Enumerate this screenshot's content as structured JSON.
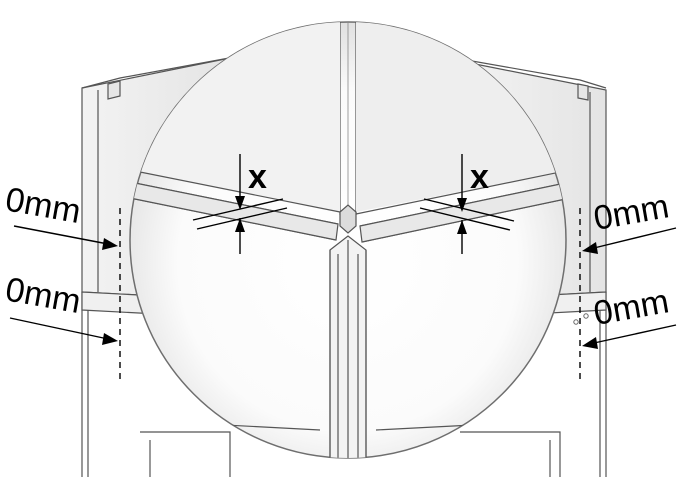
{
  "labels": {
    "left_top_gap": "0mm",
    "left_bottom_gap": "0mm",
    "right_top_gap": "0mm",
    "right_bottom_gap": "0mm",
    "detail_left_dim": "x",
    "detail_right_dim": "x"
  }
}
